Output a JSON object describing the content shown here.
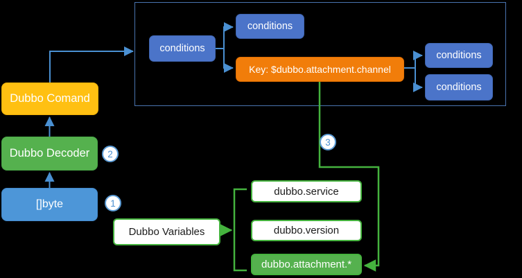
{
  "diagram": {
    "pipeline": {
      "byte_node": {
        "label": "[]byte",
        "step_badge": "1"
      },
      "decoder_node": {
        "label": "Dubbo Decoder",
        "step_badge": "2"
      },
      "command_node": {
        "label": "Dubbo Comand"
      }
    },
    "condition_tree": {
      "root_label": "conditions",
      "upper_child_label": "conditions",
      "key_label": "Key: $dubbo.attachment.channel",
      "key_step_badge": "3",
      "leaf_labels": [
        "conditions",
        "conditions"
      ]
    },
    "variables": {
      "label": "Dubbo Variables",
      "items": [
        "dubbo.service",
        "dubbo.version",
        "dubbo.attachment.*"
      ]
    },
    "colors": {
      "condition_blue": "#4B74C9",
      "input_blue": "#4D96D8",
      "command_yellow": "#FFC012",
      "decoder_green": "#55B14E",
      "key_orange": "#F17D0A",
      "connector_blue": "#4A90D2",
      "connector_green": "#45B33E",
      "panel_border_blue": "#4A74B0",
      "background": "#000000"
    }
  }
}
